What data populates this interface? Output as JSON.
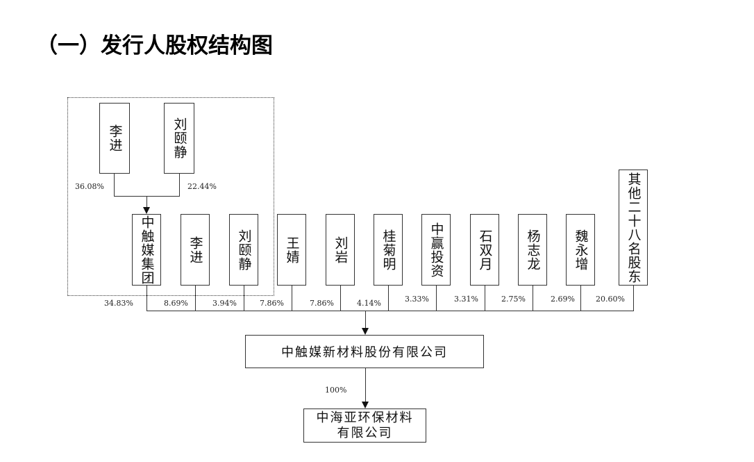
{
  "title": "（一）发行人股权结构图",
  "top_holders": [
    {
      "name": "李进",
      "pct": "36.08%"
    },
    {
      "name": "刘颐静",
      "pct": "22.44%"
    }
  ],
  "shareholders": [
    {
      "name": "中触媒集团",
      "pct": "34.83%"
    },
    {
      "name": "李进",
      "pct": "8.69%"
    },
    {
      "name": "刘颐静",
      "pct": "3.94%"
    },
    {
      "name": "王婧",
      "pct": "7.86%"
    },
    {
      "name": "刘岩",
      "pct": "7.86%"
    },
    {
      "name": "桂菊明",
      "pct": "4.14%"
    },
    {
      "name": "中赢投资",
      "pct": "3.33%"
    },
    {
      "name": "石双月",
      "pct": "3.31%"
    },
    {
      "name": "杨志龙",
      "pct": "2.75%"
    },
    {
      "name": "魏永增",
      "pct": "2.69%"
    },
    {
      "name": "其他二十八名股东",
      "pct": "20.60%"
    }
  ],
  "company": "中触媒新材料股份有限公司",
  "subsidiary_pct": "100%",
  "subsidiary": "中海亚环保材料有限公司"
}
